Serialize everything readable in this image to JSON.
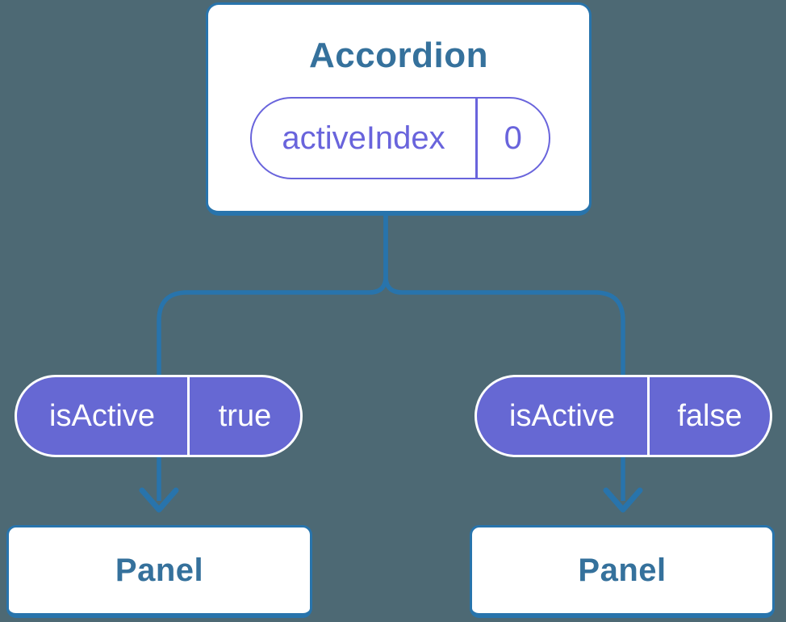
{
  "colors": {
    "background": "#4D6974",
    "connector": "#2874AC",
    "card_border": "#2874AC",
    "card_bg": "#FFFFFF",
    "component_text": "#35719C",
    "state_accent": "#6964DC",
    "prop_bg": "#6668D3",
    "prop_text": "#FFFFFF"
  },
  "root_card": {
    "title": "Accordion",
    "state_pill": {
      "label": "activeIndex",
      "value": "0"
    }
  },
  "left_branch": {
    "prop_pill": {
      "label": "isActive",
      "value": "true"
    },
    "panel": {
      "title": "Panel"
    }
  },
  "right_branch": {
    "prop_pill": {
      "label": "isActive",
      "value": "false"
    },
    "panel": {
      "title": "Panel"
    }
  }
}
